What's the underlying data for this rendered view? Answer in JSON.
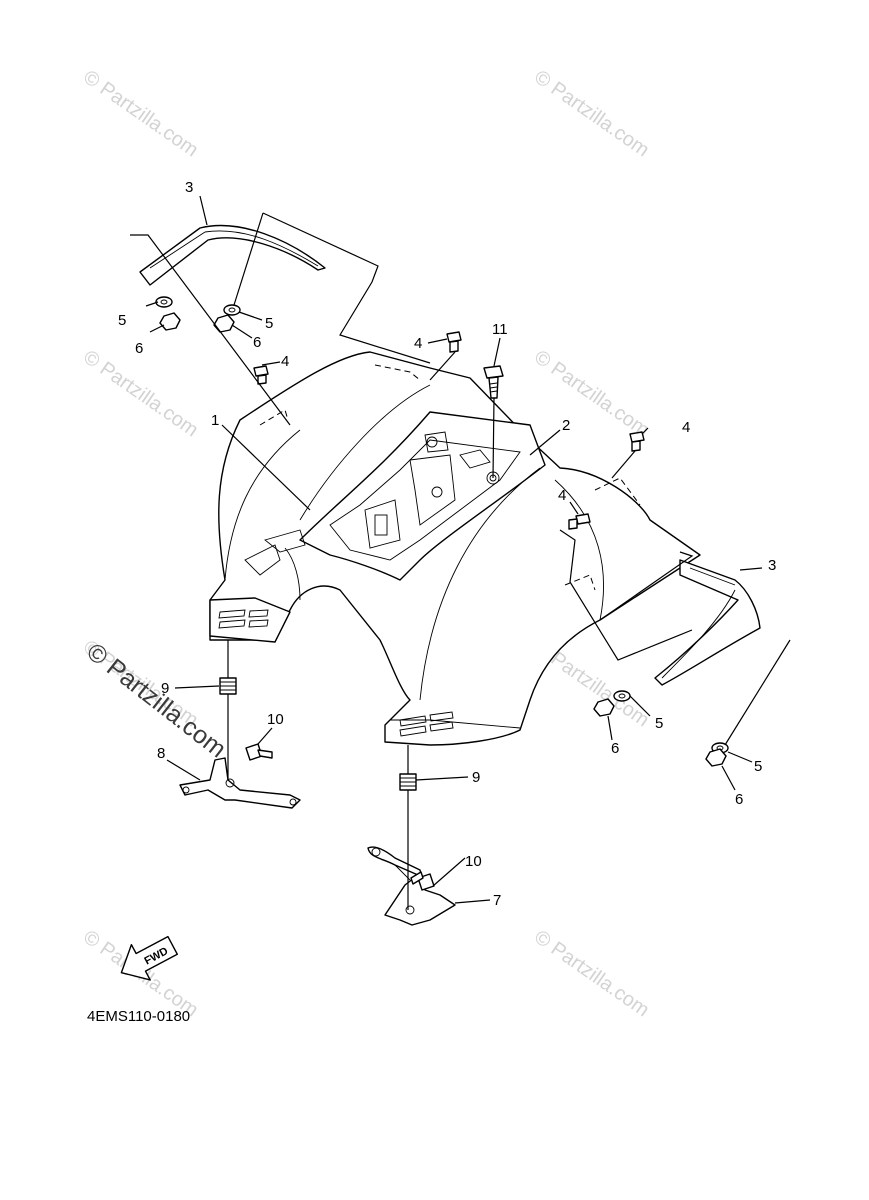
{
  "watermarks": {
    "light": [
      "© Partzilla.com",
      "© Partzilla.com",
      "© Partzilla.com",
      "© Partzilla.com",
      "© Partzilla.com",
      "© Partzilla.com",
      "© Partzilla.com",
      "© Partzilla.com"
    ],
    "main": "© Partzilla.com"
  },
  "callouts": [
    "1",
    "2",
    "3",
    "3",
    "4",
    "4",
    "4",
    "4",
    "5",
    "5",
    "5",
    "5",
    "6",
    "6",
    "6",
    "6",
    "7",
    "8",
    "9",
    "9",
    "10",
    "10",
    "11"
  ],
  "fwd_badge": "FWD",
  "diagram_code": "4EMS110-0180"
}
